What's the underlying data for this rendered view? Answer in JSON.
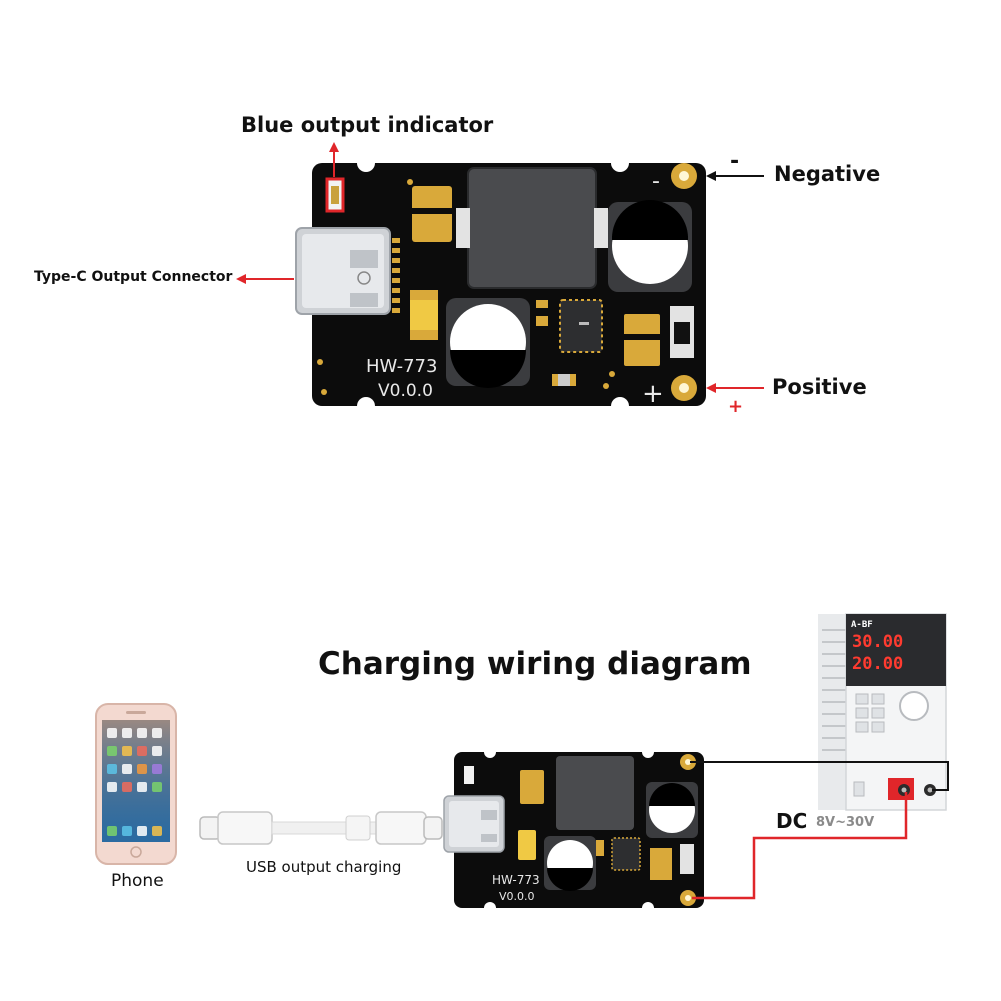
{
  "top": {
    "blue_indicator_label": "Blue output indicator",
    "typec_label": "Type-C Output Connector",
    "negative_label": "Negative",
    "positive_label": "Positive",
    "minus_sign": "-",
    "plus_sign": "+",
    "board_model": "HW-773",
    "board_version": "V0.0.0",
    "board_minus": "-",
    "board_plus": "+"
  },
  "bottom": {
    "title": "Charging wiring diagram",
    "phone_label": "Phone",
    "usb_label": "USB output charging",
    "dc_label": "DC",
    "dc_range": "8V~30V",
    "board_model": "HW-773",
    "board_version": "V0.0.0",
    "psu_brand": "A-BF",
    "psu_voltage": "30.00",
    "psu_current": "20.00"
  },
  "colors": {
    "pcb": "#0c0c0c",
    "pad_gold": "#d9a93a",
    "arrow_red": "#e0262a",
    "wire_red": "#e0262a",
    "wire_black": "#111111"
  }
}
